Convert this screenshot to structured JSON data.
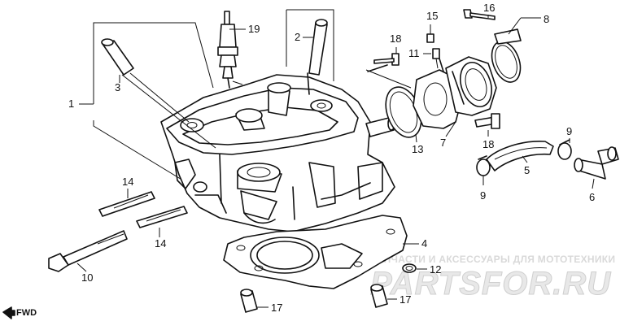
{
  "diagram": {
    "callouts": {
      "p1": "1",
      "p2": "2",
      "p3": "3",
      "p4": "4",
      "p5": "5",
      "p6": "6",
      "p7": "7",
      "p8": "8",
      "p9a": "9",
      "p9b": "9",
      "p10": "10",
      "p11": "11",
      "p12": "12",
      "p13": "13",
      "p14a": "14",
      "p14b": "14",
      "p15": "15",
      "p16": "16",
      "p17a": "17",
      "p17b": "17",
      "p18a": "18",
      "p18b": "18",
      "p19": "19"
    },
    "fwd_label": "FWD"
  },
  "watermark": {
    "subtitle": "ЗАПЧАСТИ И АКСЕССУАРЫ ДЛЯ МОТОТЕХНИКИ",
    "logo": "PARTSFOR.RU"
  }
}
